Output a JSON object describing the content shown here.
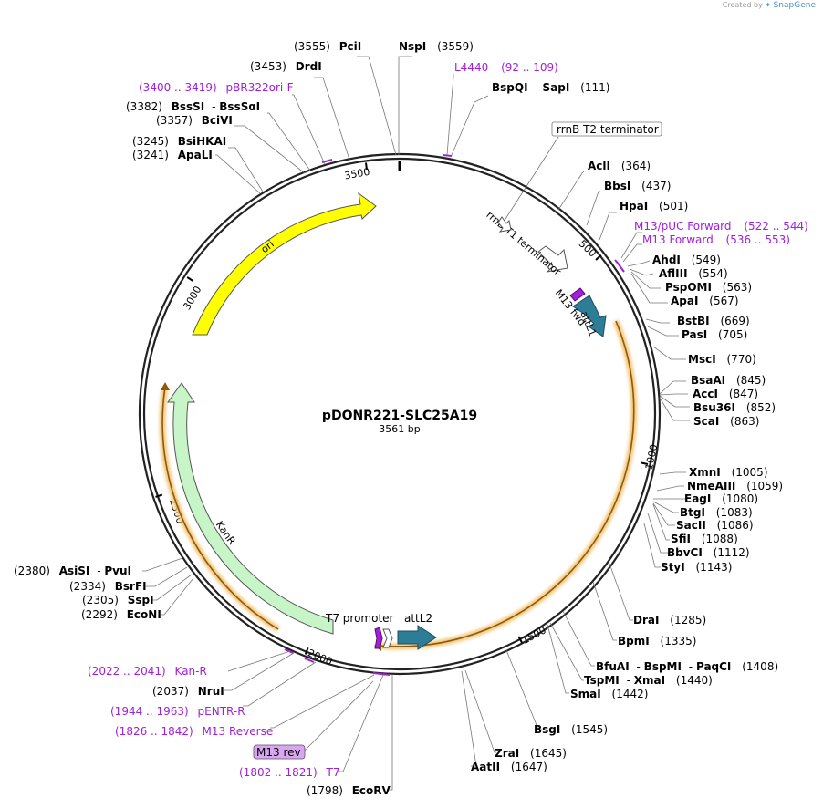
{
  "credit": {
    "prefix": "Created by",
    "brand": "SnapGene"
  },
  "plasmid": {
    "name": "pDONR221-SLC25A19",
    "size_label": "3561 bp"
  },
  "ticks": [
    "500",
    "1000",
    "1500",
    "2000",
    "2500",
    "3000",
    "3500"
  ],
  "enzymes": [
    {
      "name": "PciI",
      "pos": "(3555)"
    },
    {
      "name": "NspI",
      "pos": "(3559)"
    },
    {
      "name": "DrdI",
      "pos": "(3453)"
    },
    {
      "name": "BspQI",
      "sep": "-",
      "name2": "SapI",
      "pos": "(111)"
    },
    {
      "name": "BssSI",
      "sep": "-",
      "name2": "BssSαI",
      "pos": "(3382)"
    },
    {
      "name": "BciVI",
      "pos": "(3357)"
    },
    {
      "name": "BsiHKAI",
      "pos": "(3245)"
    },
    {
      "name": "ApaLI",
      "pos": "(3241)"
    },
    {
      "name": "AclI",
      "pos": "(364)"
    },
    {
      "name": "BbsI",
      "pos": "(437)"
    },
    {
      "name": "HpaI",
      "pos": "(501)"
    },
    {
      "name": "AhdI",
      "pos": "(549)"
    },
    {
      "name": "AflIII",
      "pos": "(554)"
    },
    {
      "name": "PspOMI",
      "pos": "(563)"
    },
    {
      "name": "ApaI",
      "pos": "(567)"
    },
    {
      "name": "BstBI",
      "pos": "(669)"
    },
    {
      "name": "PasI",
      "pos": "(705)"
    },
    {
      "name": "MscI",
      "pos": "(770)"
    },
    {
      "name": "BsaAI",
      "pos": "(845)"
    },
    {
      "name": "AccI",
      "pos": "(847)"
    },
    {
      "name": "Bsu36I",
      "pos": "(852)"
    },
    {
      "name": "ScaI",
      "pos": "(863)"
    },
    {
      "name": "XmnI",
      "pos": "(1005)"
    },
    {
      "name": "NmeAIII",
      "pos": "(1059)"
    },
    {
      "name": "EagI",
      "pos": "(1080)"
    },
    {
      "name": "BtgI",
      "pos": "(1083)"
    },
    {
      "name": "SacII",
      "pos": "(1086)"
    },
    {
      "name": "SfiI",
      "pos": "(1088)"
    },
    {
      "name": "BbvCI",
      "pos": "(1112)"
    },
    {
      "name": "StyI",
      "pos": "(1143)"
    },
    {
      "name": "DraI",
      "pos": "(1285)"
    },
    {
      "name": "BpmI",
      "pos": "(1335)"
    },
    {
      "name": "BfuAI",
      "sep": "-",
      "name2": "BspMI",
      "sep2": "-",
      "name3": "PaqCI",
      "pos": "(1408)"
    },
    {
      "name": "TspMI",
      "sep": "-",
      "name2": "XmaI",
      "pos": "(1440)"
    },
    {
      "name": "SmaI",
      "pos": "(1442)"
    },
    {
      "name": "BsgI",
      "pos": "(1545)"
    },
    {
      "name": "ZraI",
      "pos": "(1645)"
    },
    {
      "name": "AatII",
      "pos": "(1647)"
    },
    {
      "name": "EcoRV",
      "pos": "(1798)"
    },
    {
      "name": "NruI",
      "pos": "(2037)"
    },
    {
      "name": "AsiSI",
      "sep": "-",
      "name2": "PvuI",
      "pos": "(2380)"
    },
    {
      "name": "BsrFI",
      "pos": "(2334)"
    },
    {
      "name": "SspI",
      "pos": "(2305)"
    },
    {
      "name": "EcoNI",
      "pos": "(2292)"
    }
  ],
  "primers": [
    {
      "name": "L4440",
      "range": "(92 .. 109)"
    },
    {
      "name": "pBR322ori-F",
      "range": "(3400 .. 3419)"
    },
    {
      "name": "M13/pUC Forward",
      "range": "(522 .. 544)"
    },
    {
      "name": "M13 Forward",
      "range": "(536 .. 553)"
    },
    {
      "name": "Kan-R",
      "range": "(2022 .. 2041)"
    },
    {
      "name": "pENTR-R",
      "range": "(1944 .. 1963)"
    },
    {
      "name": "M13 Reverse",
      "range": "(1826 .. 1842)"
    },
    {
      "name": "T7",
      "range": "(1802 .. 1821)"
    }
  ],
  "features": {
    "rrnB_T2": "rrnB T2 terminator",
    "rrnB_T1": "rrnB T1 terminator",
    "m13fwd": "M13 fwd",
    "attL1": "attL1",
    "ori": "ori",
    "kanR": "KanR",
    "t7": "T7 promoter",
    "attL2": "attL2",
    "m13rev": "M13 rev"
  },
  "colors": {
    "backbone": "#222222",
    "ori": "#ffff00",
    "kanR": "#c8f5c8",
    "attL": "#2e7d96",
    "primer": "#a020d8",
    "m13_box": "#d9a6f2",
    "orange_glow": "#f5c87a"
  }
}
